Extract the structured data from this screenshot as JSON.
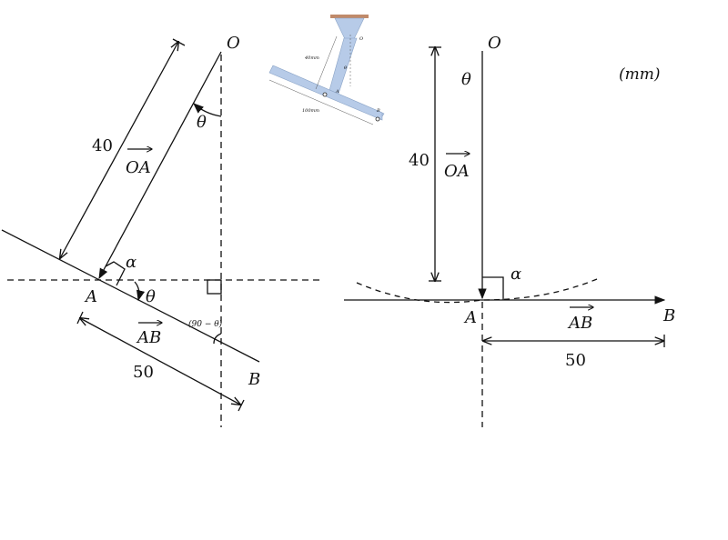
{
  "units": "(mm)",
  "left": {
    "O": "O",
    "A": "A",
    "B": "B",
    "theta_top": "θ",
    "theta_at_A": "θ",
    "alpha": "α",
    "OA": "OA",
    "AB": "AB",
    "dim_OA": "40",
    "dim_AB": "50",
    "complement_angle": "(90 − θ)"
  },
  "right": {
    "O": "O",
    "A": "A",
    "B": "B",
    "theta": "θ",
    "alpha": "α",
    "OA": "OA",
    "AB": "AB",
    "dim_OA": "40",
    "dim_AB": "50"
  },
  "inset": {
    "O": "O",
    "A": "A",
    "B": "B",
    "theta": "θ",
    "dim_OA": "40mm",
    "dim_AB": "100mm",
    "colors": {
      "body": "#b7cbe8",
      "mount": "#c08a6a"
    }
  }
}
